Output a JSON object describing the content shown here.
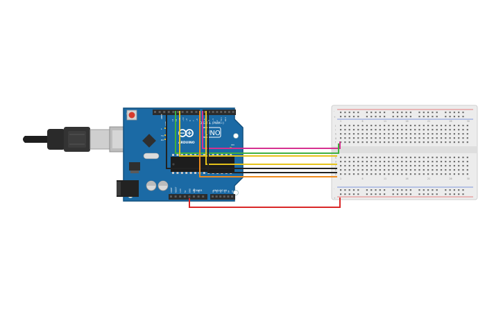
{
  "board": {
    "brand": "ARDUINO",
    "model": "UNO",
    "digital_label": "DIGITAL (PWM~)",
    "power_label": "POWER",
    "analog_label": "ANALOG IN",
    "aref_label": "AREF",
    "gnd_label": "GND",
    "tx_label": "TX",
    "rx_label": "RX",
    "l_label": "L",
    "on_label": "ON",
    "digital_pins": [
      "13",
      "12",
      "~11",
      "~10",
      "~9",
      "8",
      "7",
      "~6",
      "~5",
      "4",
      "~3",
      "2",
      "TX 1",
      "RX 0"
    ],
    "power_pins": [
      "IOREF",
      "RESET",
      "3.3V",
      "5V",
      "GND",
      "GND",
      "Vin"
    ],
    "analog_pins": [
      "A0",
      "A1",
      "A2",
      "A3",
      "A4",
      "A5"
    ]
  },
  "breadboard": {
    "columns": 30,
    "row_letters_top": [
      "j",
      "i",
      "h",
      "g",
      "f"
    ],
    "row_letters_bottom": [
      "e",
      "d",
      "c",
      "b",
      "a"
    ],
    "rail_plus": "+",
    "rail_minus": "-"
  },
  "wire_colors": {
    "magenta": "#d6308f",
    "green": "#3fb03f",
    "yellow": "#e6c21a",
    "black": "#222222",
    "orange": "#f08a1c",
    "red": "#d92626"
  },
  "colors": {
    "pcb": "#1b6aa5",
    "pcb_edge": "#12507f",
    "header": "#2b2b2b",
    "breadboard": "#ececec",
    "rail_red": "#e05a5a",
    "rail_blue": "#5a7ad6"
  },
  "icons": [
    "usb-cable-icon",
    "arduino-logo-icon",
    "reset-button-icon",
    "chip-icon",
    "power-jack-icon",
    "capacitor-icon"
  ]
}
